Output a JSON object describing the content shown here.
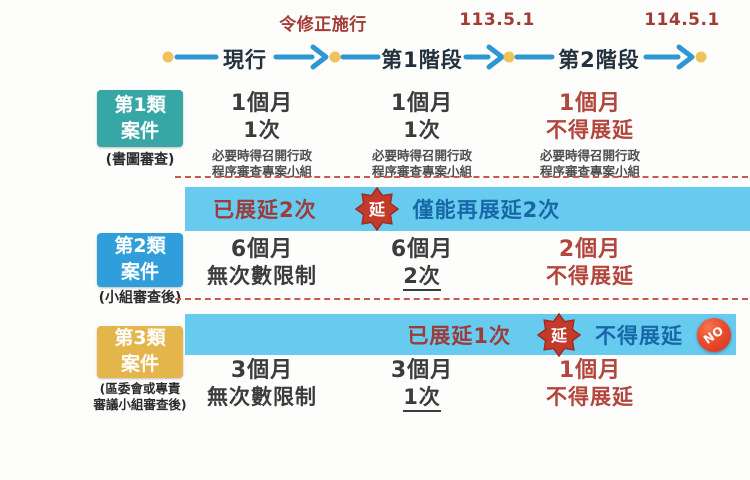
{
  "timeline": {
    "milestones": [
      {
        "label": "令修正施行"
      },
      {
        "label": "113.5.1"
      },
      {
        "label": "114.5.1"
      }
    ],
    "stages": [
      {
        "label": "現行"
      },
      {
        "label": "第1階段"
      },
      {
        "label": "第2階段"
      }
    ]
  },
  "banners": [
    {
      "status": "已展延2次",
      "badge": "延",
      "note": "僅能再展延2次"
    },
    {
      "status": "已展延1次",
      "badge": "延",
      "note": "不得展延",
      "no_badge": "NO"
    }
  ],
  "rows": [
    {
      "category": {
        "line1": "第1類",
        "line2": "案件"
      },
      "subtitle": "(書圖審查)",
      "cells": [
        {
          "duration": "1個月",
          "times": "1次",
          "note_line1": "必要時得召開行政",
          "note_line2": "程序審查專案小組"
        },
        {
          "duration": "1個月",
          "times": "1次",
          "note_line1": "必要時得召開行政",
          "note_line2": "程序審查專案小組"
        },
        {
          "duration": "1個月",
          "times": "不得展延",
          "note_line1": "必要時得召開行政",
          "note_line2": "程序審查專案小組"
        }
      ]
    },
    {
      "category": {
        "line1": "第2類",
        "line2": "案件"
      },
      "subtitle": "(小組審查後)",
      "cells": [
        {
          "duration": "6個月",
          "times": "無次數限制"
        },
        {
          "duration": "6個月",
          "times": "2次"
        },
        {
          "duration": "2個月",
          "times": "不得展延"
        }
      ]
    },
    {
      "category": {
        "line1": "第3類",
        "line2": "案件"
      },
      "subtitle_line1": "(區委會或專責",
      "subtitle_line2": "審議小組審查後)",
      "cells": [
        {
          "duration": "3個月",
          "times": "無次數限制"
        },
        {
          "duration": "3個月",
          "times": "1次"
        },
        {
          "duration": "1個月",
          "times": "不得展延"
        }
      ]
    }
  ],
  "colors": {
    "category_1": "#37a7a6",
    "category_2": "#2f9edb",
    "category_3": "#e3b54a",
    "banner_blue": "#67cbf0",
    "timeline_arrow": "#2e96d2",
    "timeline_dot": "#f0c25c",
    "milestone_red": "#a23c35",
    "value_red": "#b2453c",
    "banner_text_blue": "#1868a8",
    "badge_red": "#c33a2b"
  }
}
